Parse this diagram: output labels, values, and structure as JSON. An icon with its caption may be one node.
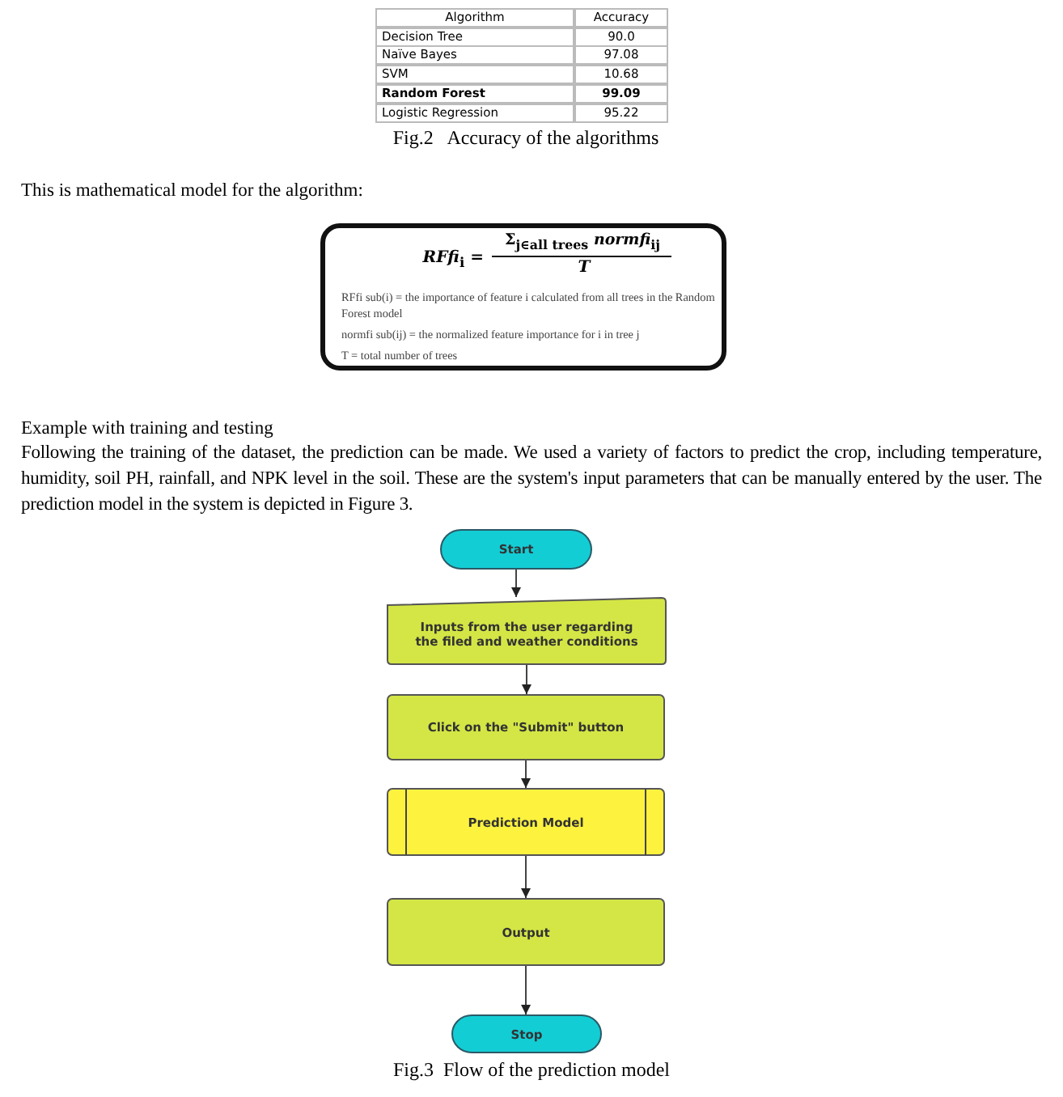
{
  "diagram": {
    "nodes": [
      {
        "text": [
          "Start"
        ]
      },
      {
        "text": [
          "Inputs from the user regarding the filed and weather conditions"
        ]
      },
      {
        "text": [
          "Click on the \"Submit\" button"
        ]
      },
      {
        "text": [
          "Prediction Model"
        ]
      },
      {
        "text": [
          "Output"
        ]
      },
      {
        "text": [
          "Stop"
        ]
      }
    ],
    "edges": [
      {
        "from": 0,
        "to": 1,
        "arrow": "to"
      },
      {
        "from": 1,
        "to": 2,
        "arrow": "to"
      },
      {
        "from": 2,
        "to": 3,
        "arrow": "to"
      },
      {
        "from": 3,
        "to": 4,
        "arrow": "to"
      },
      {
        "from": 4,
        "to": 5,
        "arrow": "to"
      }
    ],
    "labels": [
      "Algorithm",
      "Accuracy",
      "Decision Tree",
      "90.0",
      "Naïve Bayes",
      "97.08",
      "SVM",
      "10.68",
      "Random Forest",
      "99.09",
      "Logistic Regression",
      "95.22",
      "Fig.2   Accuracy of the algorithms",
      "This is mathematical model for the algorithm:",
      "*RFfi*$_{i}$ =",
      "Σ$_{j∈all trees}$ *normfi*$_{ij}$",
      "*T*",
      "RFfi sub(i) = the importance of feature i calculated from all trees in the Random Forest model",
      "normfi sub(ij) = the normalized feature importance for i in tree j",
      "T = total number of trees",
      "Example with training and testing",
      "Following the training of the dataset, the prediction can be made. We used a variety of factors to predict the crop, including temperature, humidity, soil PH, rainfall, and NPK level in the soil. These are the system's input parameters that can be manually entered by the user. The prediction model in the system is depicted in Figure 3.",
      "Fig.3  Flow of the prediction model"
    ]
  }
}
